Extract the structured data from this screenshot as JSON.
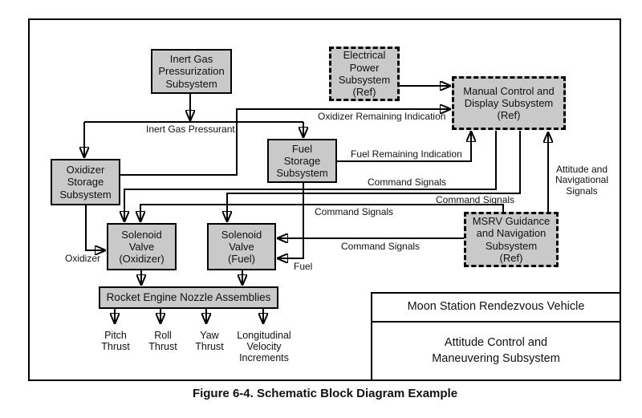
{
  "figure": {
    "caption": "Figure 6-4. Schematic Block Diagram Example"
  },
  "blocks": {
    "inert_gas": "Inert Gas\nPressurization\nSubsystem",
    "oxidizer_storage": "Oxidizer\nStorage\nSubsystem",
    "fuel_storage": "Fuel\nStorage\nSubsystem",
    "solenoid_oxidizer": "Solenoid\nValve\n(Oxidizer)",
    "solenoid_fuel": "Solenoid\nValve\n(Fuel)",
    "rocket_engine": "Rocket Engine Nozzle Assemblies",
    "electrical_power": "Electrical\nPower\nSubsystem\n(Ref)",
    "manual_control": "Manual Control and\nDisplay Subsystem\n(Ref)",
    "msrv_guidance": "MSRV Guidance\nand Navigation\nSubsystem\n(Ref)"
  },
  "signal_labels": {
    "inert_gas_pressurant": "Inert Gas Pressurant",
    "oxidizer_remaining": "Oxidizer Remaining Indication",
    "fuel_remaining": "Fuel Remaining Indication",
    "command_signals": [
      "Command Signals",
      "Command Signals",
      "Command Signals",
      "Command Signals"
    ],
    "attitude_nav": "Attitude and\nNavigational\nSignals",
    "oxidizer": "Oxidizer",
    "fuel": "Fuel"
  },
  "outputs": {
    "pitch": "Pitch\nThrust",
    "roll": "Roll\nThrust",
    "yaw": "Yaw\nThrust",
    "longitudinal": "Longitudinal\nVelocity\nIncrements"
  },
  "title_block": {
    "vehicle": "Moon Station Rendezvous Vehicle",
    "subsystem": "Attitude Control and\nManeuvering Subsystem"
  },
  "colors": {
    "block_fill": "#c9c9c9",
    "line": "#000000",
    "background": "#ffffff"
  }
}
